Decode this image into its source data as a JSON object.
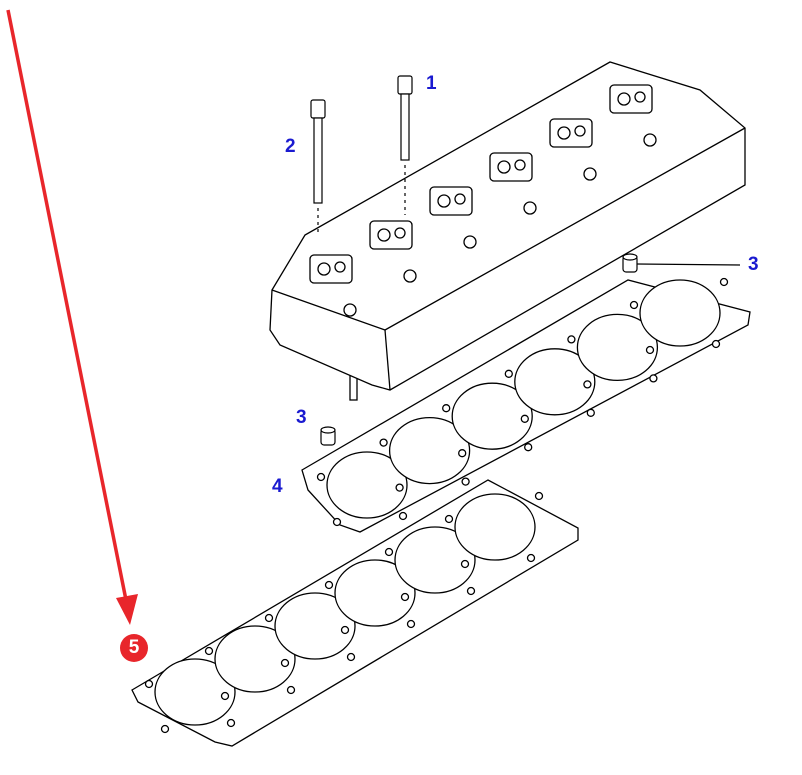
{
  "callouts": {
    "bolt_long": "1",
    "bolt_short": "2",
    "dowel_right": "3",
    "dowel_left": "3",
    "head_gasket": "4",
    "highlighted_gasket": "5"
  },
  "colors": {
    "callout": "#1a1ad0",
    "highlight": "#e8262b"
  }
}
